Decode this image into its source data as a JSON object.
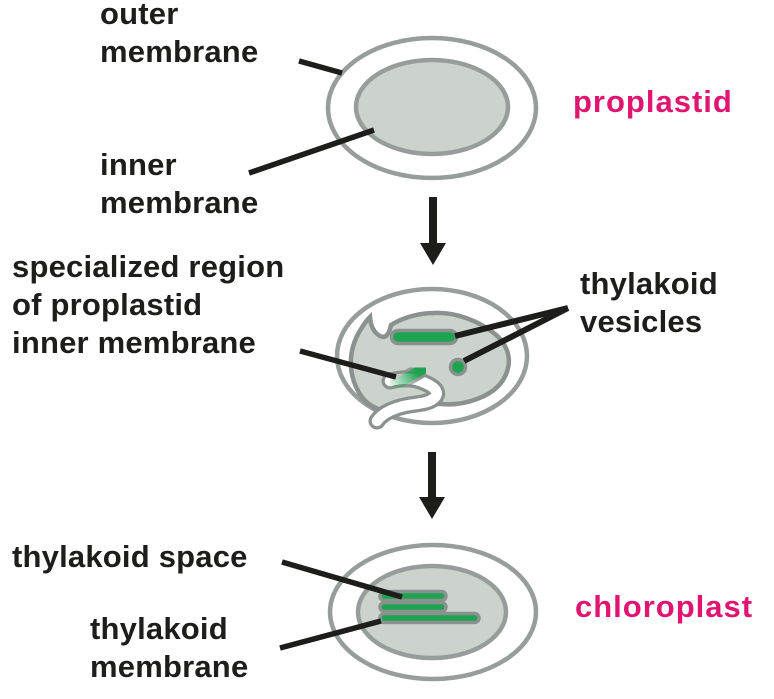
{
  "figure": {
    "description": "plastid development pathway: proplastid to chloroplast",
    "stage_labels": {
      "proplastid": "proplastid",
      "chloroplast": "chloroplast"
    },
    "annotations": {
      "outer_membrane": [
        "outer",
        "membrane"
      ],
      "inner_membrane": [
        "inner",
        "membrane"
      ],
      "specialized_region": [
        "specialized region",
        "of proplastid",
        "inner membrane"
      ],
      "thylakoid_vesicles": [
        "thylakoid",
        "vesicles"
      ],
      "thylakoid_space": [
        "thylakoid space"
      ],
      "thylakoid_membrane": [
        "thylakoid",
        "membrane"
      ]
    }
  },
  "colors": {
    "label_accent_magenta": "#e11470",
    "thylakoid_green": "#1ea351",
    "membrane_gray": "#979d9b",
    "organelle_outline_gray": "#8b918f",
    "stroma_fill": "#ccd3cc",
    "ink_black": "#1d1d1b",
    "background": "#ffffff"
  }
}
